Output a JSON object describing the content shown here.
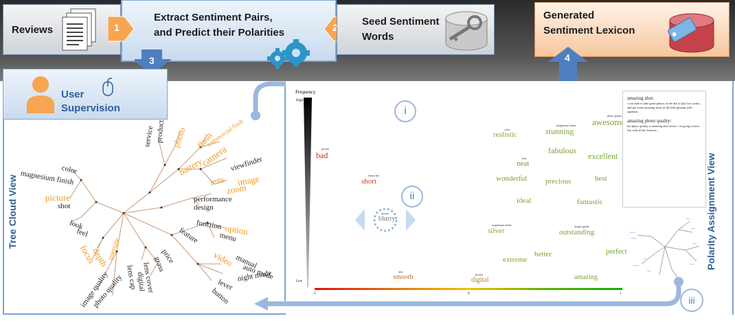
{
  "top": {
    "reviews": "Reviews",
    "extract_line1": "Extract Sentiment Pairs,",
    "extract_line2": "and Predict their Polarities",
    "seed_line1": "Seed Sentiment",
    "seed_line2": "Words",
    "lexicon_line1": "Generated",
    "lexicon_line2": "Sentiment Lexicon"
  },
  "steps": {
    "s1": "1",
    "s2": "2",
    "s3": "3",
    "s4": "4"
  },
  "user": {
    "line1": "User",
    "line2": "Supervision"
  },
  "views": {
    "tree": "Tree Cloud View",
    "polarity": "Polarity Assignment View"
  },
  "markers": {
    "i": "i",
    "ii": "ii",
    "iii": "iii"
  },
  "scatter": {
    "freq_label": "Frequency",
    "high": "High",
    "low": "Low",
    "x_ticks": [
      "-1",
      "0",
      "1"
    ],
    "center_word": "blurry",
    "center_tag": "picture"
  },
  "tree_words": {
    "service": "service",
    "product": "product",
    "photo": "photo",
    "flash": "flash",
    "commercialflash": "commercial flash",
    "camera": "camera",
    "battery": "battery",
    "viewfinder": "viewfinder",
    "lens": "lens",
    "image": "image",
    "zoom": "zoom",
    "performance": "performance",
    "design": "design",
    "color": "color",
    "magnesium": "magnesium finish",
    "picture": "picture",
    "shot": "shot",
    "look": "look",
    "feel": "feel",
    "function": "function",
    "option": "option",
    "menu": "menu",
    "feature": "feature",
    "focus": "focus",
    "depth": "depth",
    "video": "video",
    "price": "price",
    "grass": "grass",
    "manual": "manual",
    "automode": "auto mode",
    "nightmode": "night mode",
    "lever": "lever",
    "button": "button",
    "lenscap": "lens cap",
    "lenscover": "lens cover",
    "digital": "digital",
    "imagequality": "image quality",
    "photoquality": "photo quality",
    "usersite": "usersite"
  },
  "pol_words": {
    "bad": "bad",
    "short": "short",
    "realistic": "realistic",
    "stunning": "stunning",
    "awesome": "awesome",
    "fabulous": "fabulous",
    "excellent": "excellent",
    "neat": "neat",
    "wonderful": "wonderful",
    "precious": "precious",
    "best": "best",
    "ideal": "ideal",
    "fantastic": "fantastic",
    "silver": "silver",
    "outstanding": "outstanding",
    "extreme": "extreme",
    "better": "better",
    "perfect": "perfect",
    "smooth": "smooth",
    "digital": "digital",
    "amazing": "amazing"
  },
  "tiny_tags": {
    "picture": "picture",
    "lenses": "lenses life",
    "color": "color",
    "magnesium": "magnesium finish",
    "photoquality": "photo quality",
    "lens": "lens",
    "imagequality": "image quality",
    "shot": "shot",
    "video": "video"
  },
  "review_panel": {
    "h1": "amazing shot:",
    "t1": "i was able to take great photos of the 4th of july fire works , and got some amazing shots of the kids playing with sparklers",
    "h2": "amazing photo quality:",
    "t2": "the photo quality is amazing and i know i 'm going to have fun with all the features ."
  },
  "colors": {
    "accent_blue": "#4f7fbe",
    "step_orange": "#f7a551",
    "tree_orange": "#f39a1e",
    "negative": "#cc2a1a",
    "positive": "#6fa52a"
  }
}
